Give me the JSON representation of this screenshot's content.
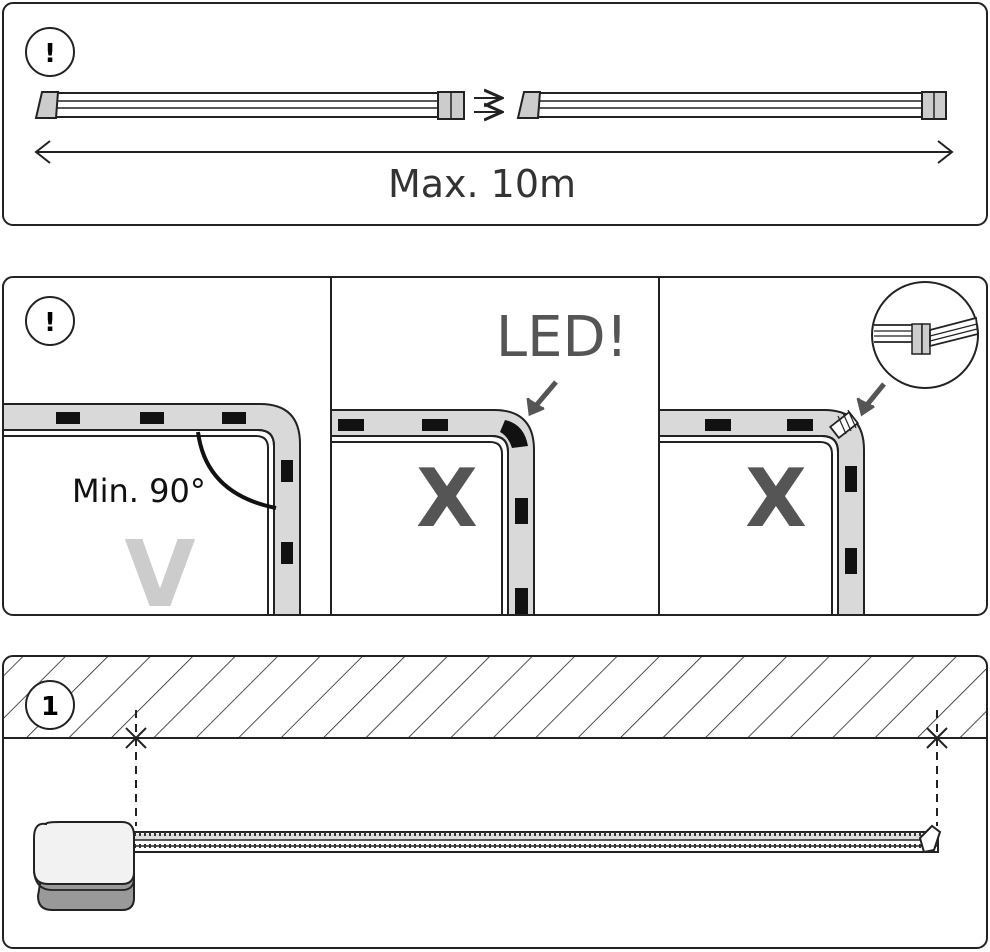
{
  "panels": {
    "top": {
      "badge": "!",
      "max_length_label": "Max. 10m"
    },
    "middle": {
      "badge": "!",
      "left": {
        "angle_label": "Min. 90°",
        "mark": "V"
      },
      "center": {
        "warning_label": "LED!",
        "mark": "X"
      },
      "right": {
        "mark": "X"
      }
    },
    "bottom": {
      "badge": "1"
    }
  },
  "colors": {
    "outline": "#222222",
    "strip_fill": "#d9d9d9",
    "mark_gray": "#555555",
    "check_gray": "#cccccc",
    "led_chip": "#111111"
  }
}
